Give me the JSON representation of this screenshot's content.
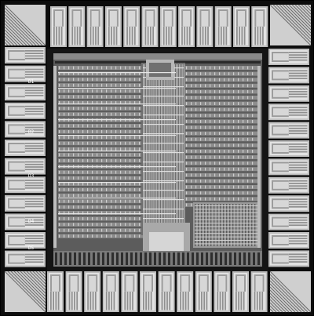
{
  "left_labels": [
    "D1",
    "D2",
    "D3",
    "D4",
    "D5"
  ],
  "right_labels": [
    "",
    "",
    "",
    ""
  ],
  "pad_text_top": [],
  "colors": {
    "background": "#0c0c0c",
    "pad_fill": "#c8c8c8",
    "metal": "#9a9a9a",
    "light_metal": "#d9d9d9",
    "dark": "#202020"
  }
}
